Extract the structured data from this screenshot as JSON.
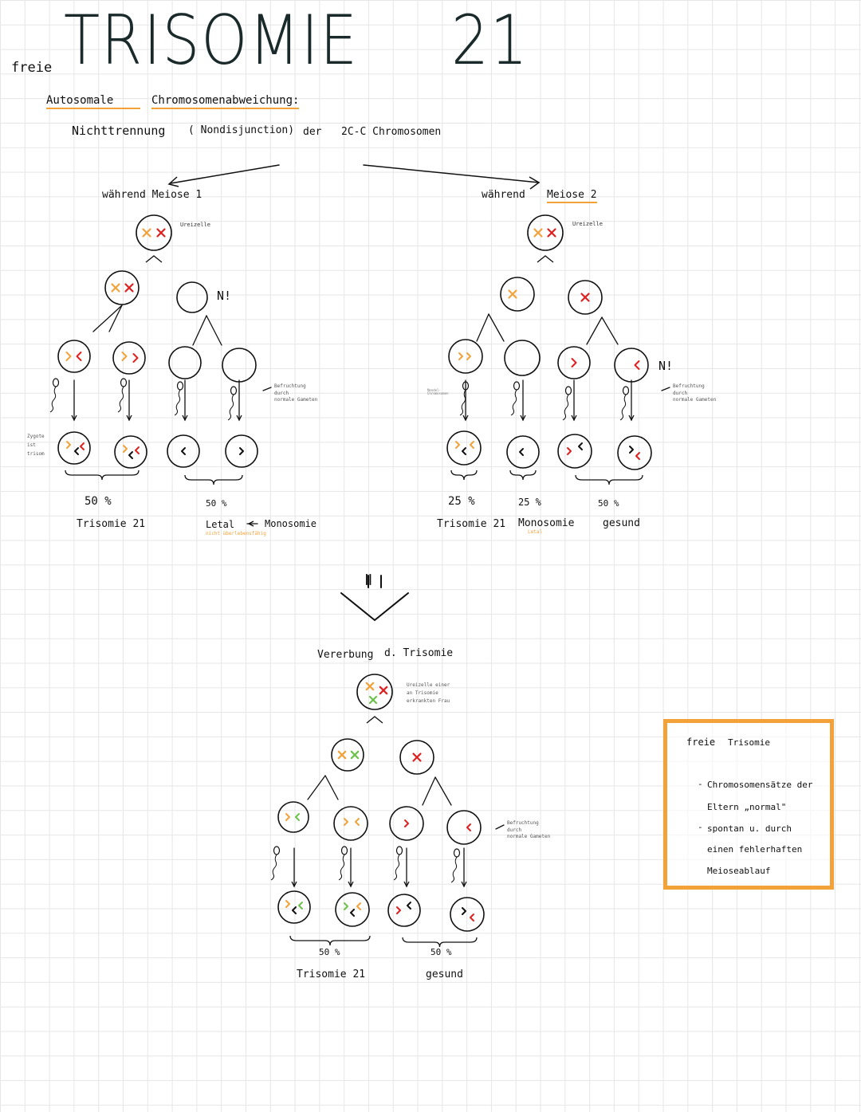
{
  "colors": {
    "orange": "#f3a23a",
    "red": "#e02020",
    "green": "#6cc24a",
    "black": "#111111"
  },
  "header": {
    "side_label": "freie",
    "title_left": "TRISOMIE",
    "title_right": "21",
    "subtitle_a": "Autosomale",
    "subtitle_b": "Chromosomenabweichung:",
    "line2_a": "Nichttrennung",
    "line2_b": "( Nondisjunction)",
    "line2_c": "der",
    "line2_d": "2C-C Chromosomen"
  },
  "meiose1": {
    "heading": "während Meiose 1",
    "ureizelle": "Ureizelle",
    "warning": "N!",
    "befruchtung": [
      "Befruchtung",
      "durch",
      "normale Gameten"
    ],
    "zygote_note": [
      "Zygote",
      "ist",
      "trisom"
    ],
    "pct_a": "50 %",
    "label_a": "Trisomie 21",
    "pct_b": "50 %",
    "label_b": "Letal",
    "label_b_note": "nicht überlebensfähig",
    "arrow_label": "Monosomie"
  },
  "meiose2": {
    "heading_a": "während",
    "heading_b": "Meiose 2",
    "ureizelle": "Ureizelle",
    "warning": "N!",
    "befruchtung": [
      "Befruchtung",
      "durch",
      "normale Gameten"
    ],
    "side_note": "Mendel-Chromosomen",
    "pct_a": "25 %",
    "label_a": "Trisomie 21",
    "pct_b": "25 %",
    "label_b": "Monosomie",
    "label_b_note": "Letal",
    "pct_c": "50 %",
    "label_c": "gesund"
  },
  "arrow_symbol": "=",
  "vererbung": {
    "heading_a": "Vererbung",
    "heading_b": "d. Trisomie",
    "ureizelle_note": [
      "Ureizelle einer",
      "an Trisomie",
      "erkrankten Frau"
    ],
    "befruchtung": [
      "Befruchtung",
      "durch",
      "normale Gameten"
    ],
    "pct_a": "50 %",
    "label_a": "Trisomie 21",
    "pct_b": "50 %",
    "label_b": "gesund"
  },
  "info_box": {
    "title_a": "freie",
    "title_b": "Trisomie",
    "lines": [
      "Chromosomensätze der",
      "Eltern „normal\"",
      "spontan u. durch",
      "einen fehlerhaften",
      "Meioseablauf"
    ]
  }
}
